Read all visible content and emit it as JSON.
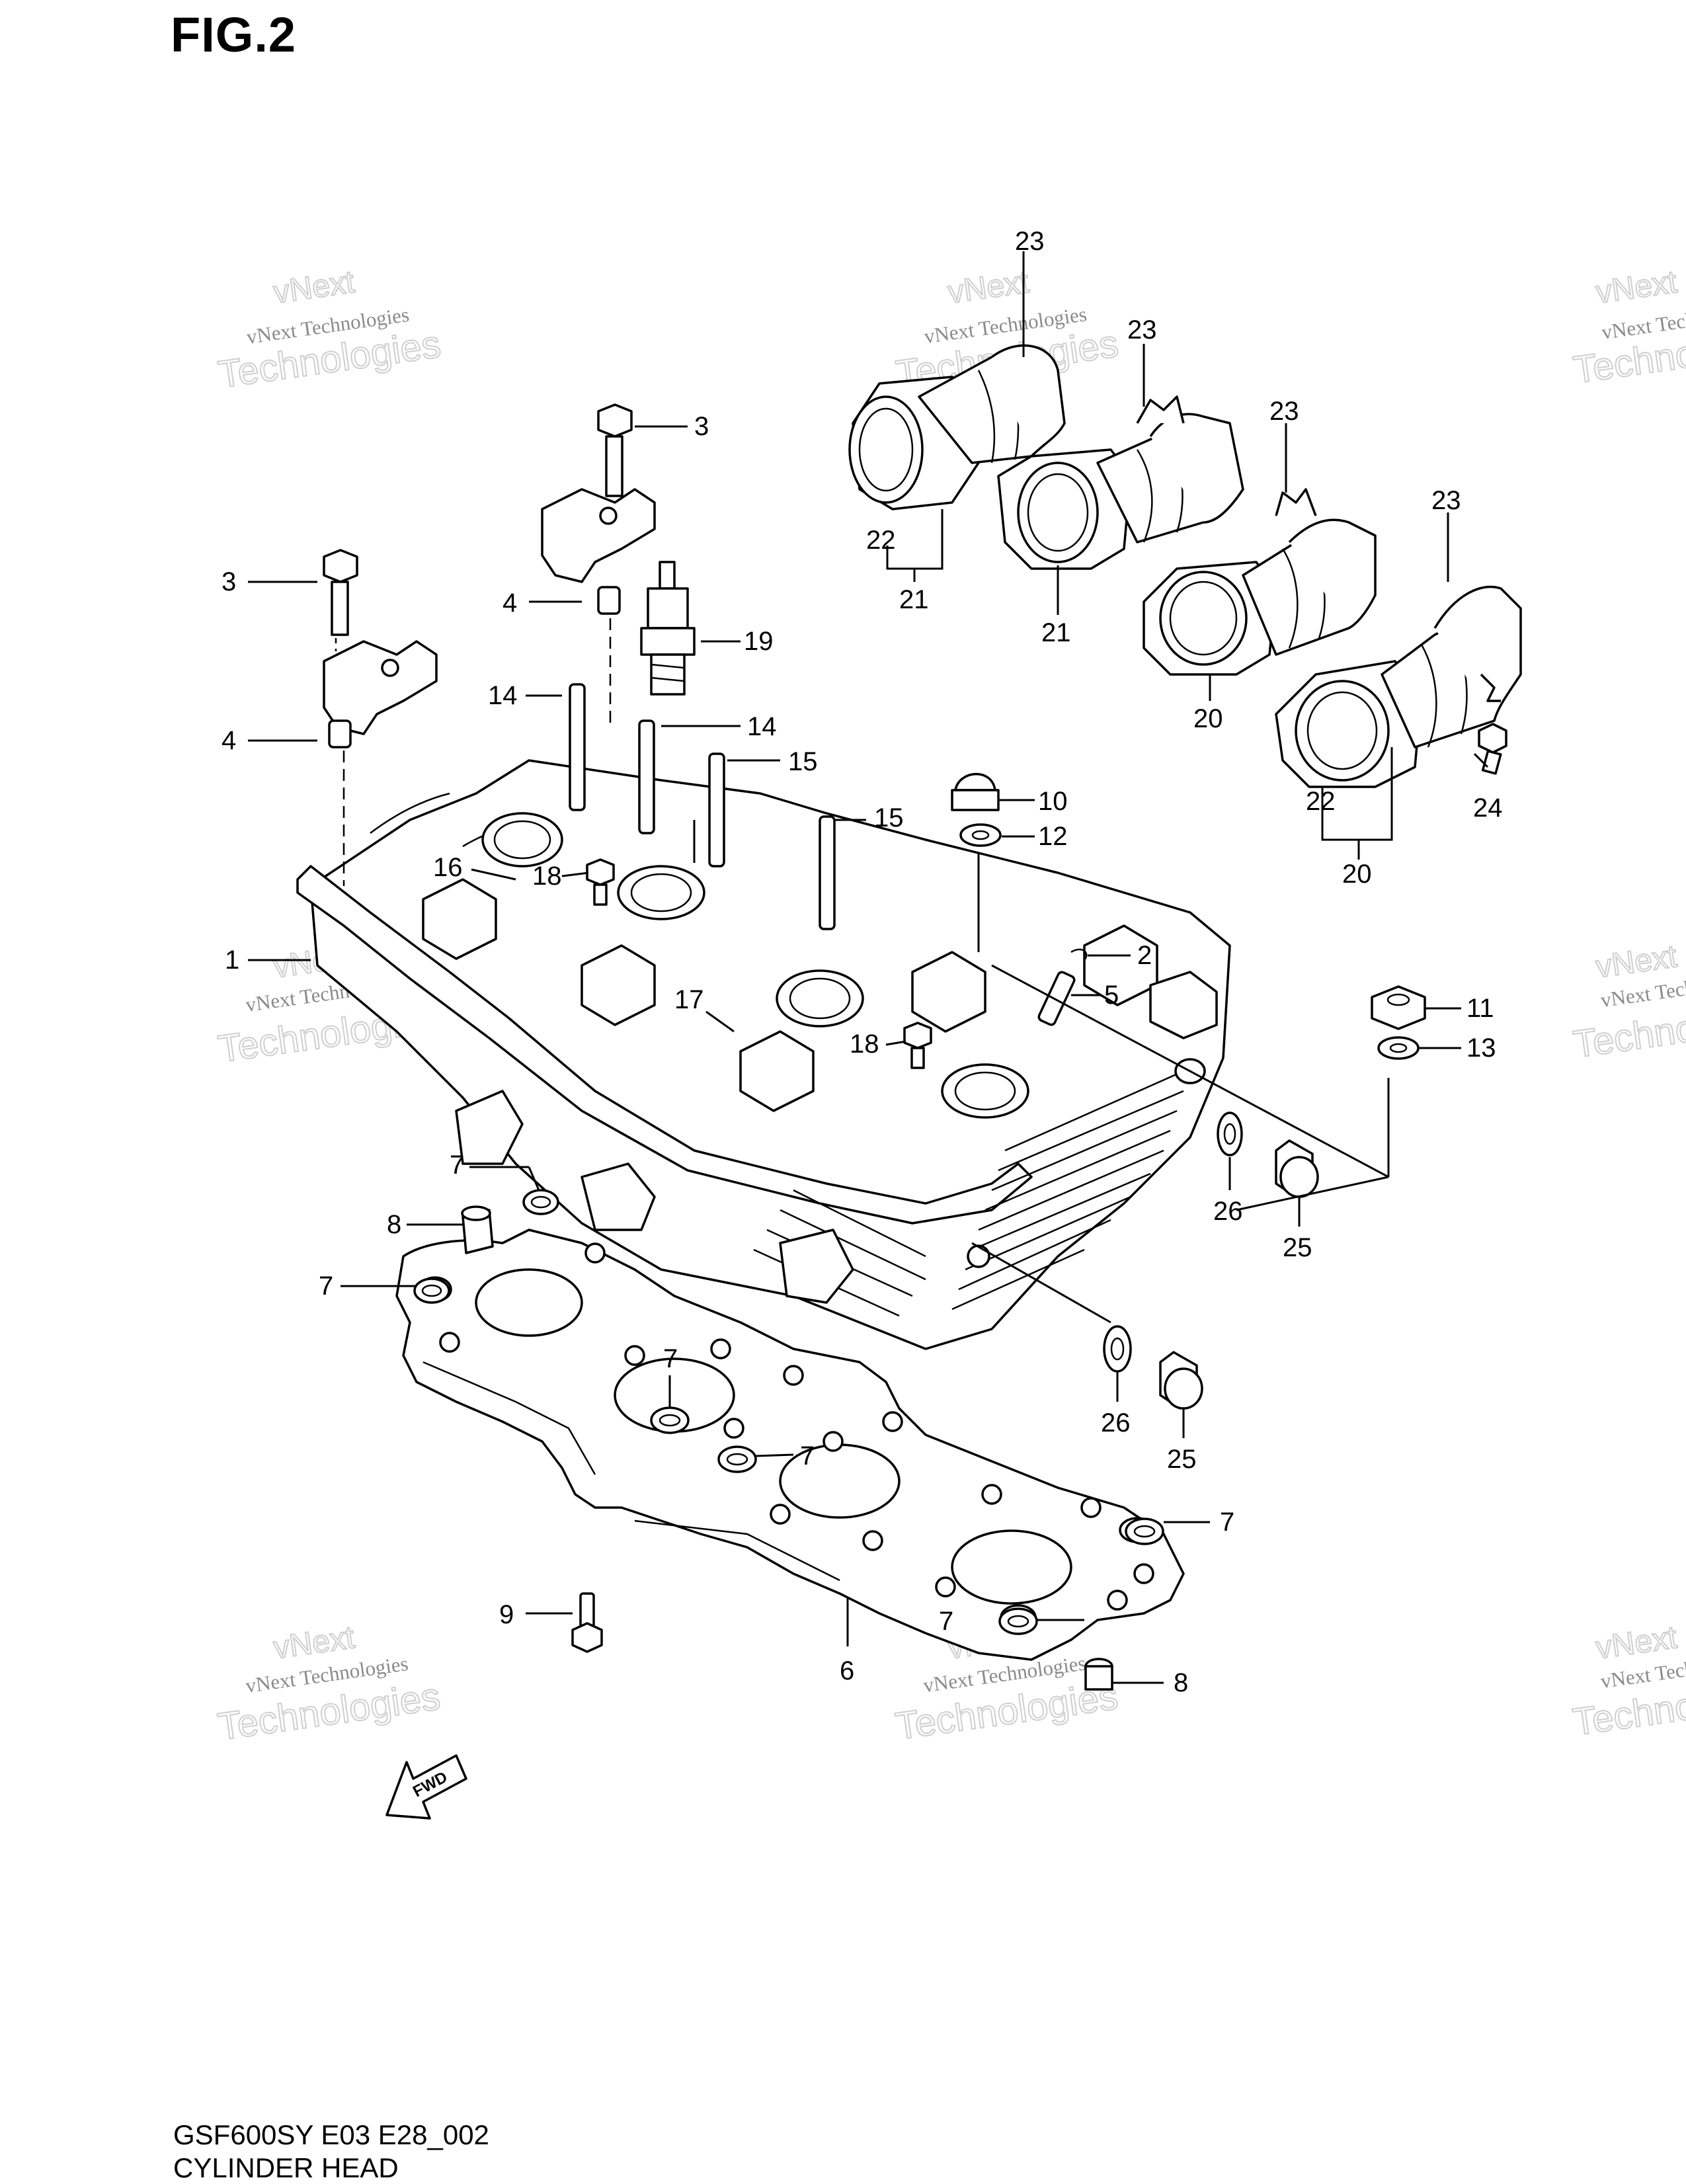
{
  "figure": {
    "title": "FIG.2"
  },
  "footer": {
    "model_code": "GSF600SY E03 E28_002",
    "section_name": "CYLINDER HEAD"
  },
  "watermark": {
    "line1": "vNext Technologies",
    "line2": "Technologies",
    "line3": "vNext"
  },
  "arrow": {
    "label": "FWD"
  },
  "callouts": [
    {
      "label": "1"
    },
    {
      "label": "2"
    },
    {
      "label": "3"
    },
    {
      "label": "3"
    },
    {
      "label": "4"
    },
    {
      "label": "4"
    },
    {
      "label": "5"
    },
    {
      "label": "6"
    },
    {
      "label": "7"
    },
    {
      "label": "7"
    },
    {
      "label": "7"
    },
    {
      "label": "7"
    },
    {
      "label": "7"
    },
    {
      "label": "7"
    },
    {
      "label": "8"
    },
    {
      "label": "8"
    },
    {
      "label": "9"
    },
    {
      "label": "10"
    },
    {
      "label": "11"
    },
    {
      "label": "12"
    },
    {
      "label": "13"
    },
    {
      "label": "14"
    },
    {
      "label": "14"
    },
    {
      "label": "15"
    },
    {
      "label": "15"
    },
    {
      "label": "16"
    },
    {
      "label": "17"
    },
    {
      "label": "18"
    },
    {
      "label": "18"
    },
    {
      "label": "19"
    },
    {
      "label": "20"
    },
    {
      "label": "20"
    },
    {
      "label": "21"
    },
    {
      "label": "21"
    },
    {
      "label": "22"
    },
    {
      "label": "22"
    },
    {
      "label": "23"
    },
    {
      "label": "23"
    },
    {
      "label": "23"
    },
    {
      "label": "23"
    },
    {
      "label": "24"
    },
    {
      "label": "25"
    },
    {
      "label": "25"
    },
    {
      "label": "26"
    },
    {
      "label": "26"
    }
  ]
}
